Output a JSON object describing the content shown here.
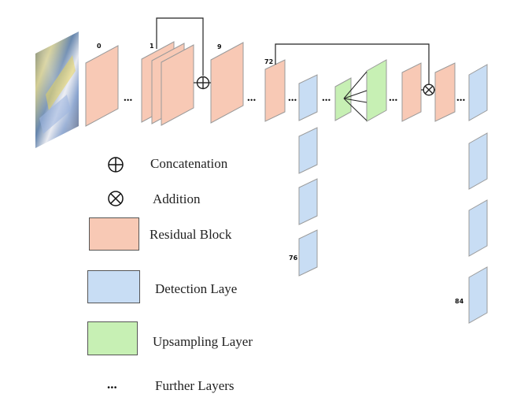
{
  "colors": {
    "residual": "#f8c9b5",
    "detection": "#c8ddf4",
    "upsampling": "#c7f0b4",
    "stroke": "#8a8a8a",
    "line": "#222222"
  },
  "layer_labels": {
    "l0": "0",
    "l1": "1",
    "l9": "9",
    "l72": "72",
    "l76": "76",
    "l84": "84"
  },
  "symbols": {
    "concat": "⊕",
    "add": "⊗",
    "dots": "..."
  },
  "legend": {
    "concatenation": "Concatenation",
    "addition": "Addition",
    "residual": "Residual Block",
    "detection": "Detection Laye",
    "upsampling": "Upsampling Layer",
    "further": "Further Layers"
  }
}
